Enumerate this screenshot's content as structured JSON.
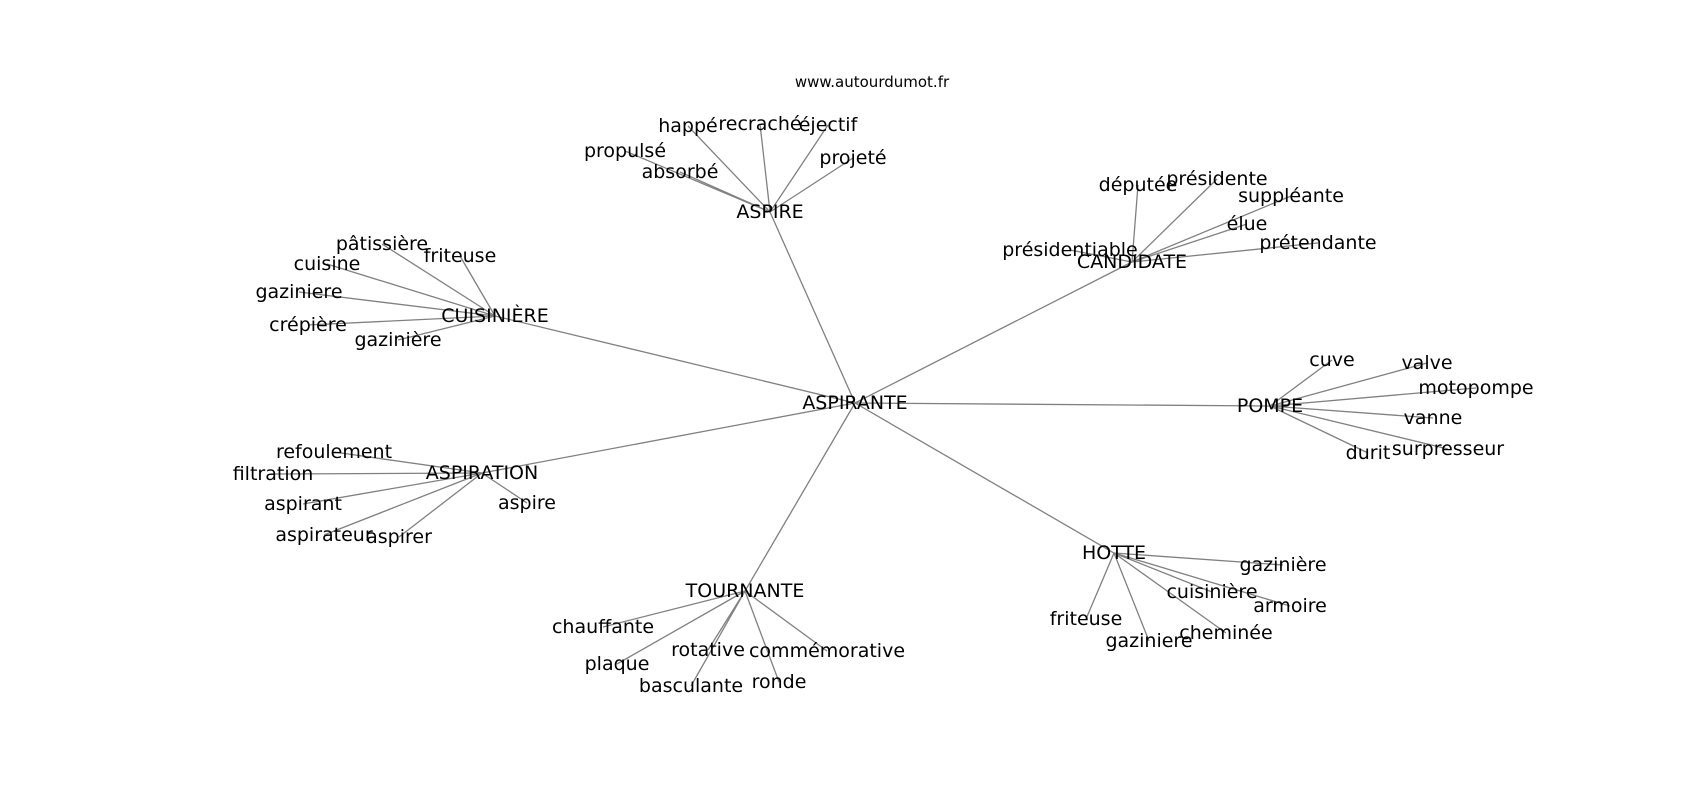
{
  "source": "www.autourdumot.fr",
  "center": "ASPIRANTE",
  "clusters": [
    {
      "name": "ASPIRE",
      "words": [
        "happé",
        "recraché",
        "éjectif",
        "propulsé",
        "absorbé",
        "projeté"
      ]
    },
    {
      "name": "CANDIDATE",
      "words": [
        "députée",
        "présidente",
        "suppléante",
        "élue",
        "présidentiable",
        "prétendante"
      ]
    },
    {
      "name": "CUISINIÈRE",
      "words": [
        "pâtissière",
        "friteuse",
        "cuisine",
        "gaziniere",
        "crépière",
        "gazinière"
      ]
    },
    {
      "name": "POMPE",
      "words": [
        "cuve",
        "valve",
        "motopompe",
        "vanne",
        "durit",
        "surpresseur"
      ]
    },
    {
      "name": "ASPIRATION",
      "words": [
        "refoulement",
        "filtration",
        "aspirant",
        "aspire",
        "aspirateur",
        "aspirer"
      ]
    },
    {
      "name": "HOTTE",
      "words": [
        "gazinière",
        "cuisinière",
        "armoire",
        "friteuse",
        "cheminée",
        "gaziniere"
      ]
    },
    {
      "name": "TOURNANTE",
      "words": [
        "chauffante",
        "plaque",
        "rotative",
        "commémorative",
        "basculante",
        "ronde"
      ]
    }
  ]
}
